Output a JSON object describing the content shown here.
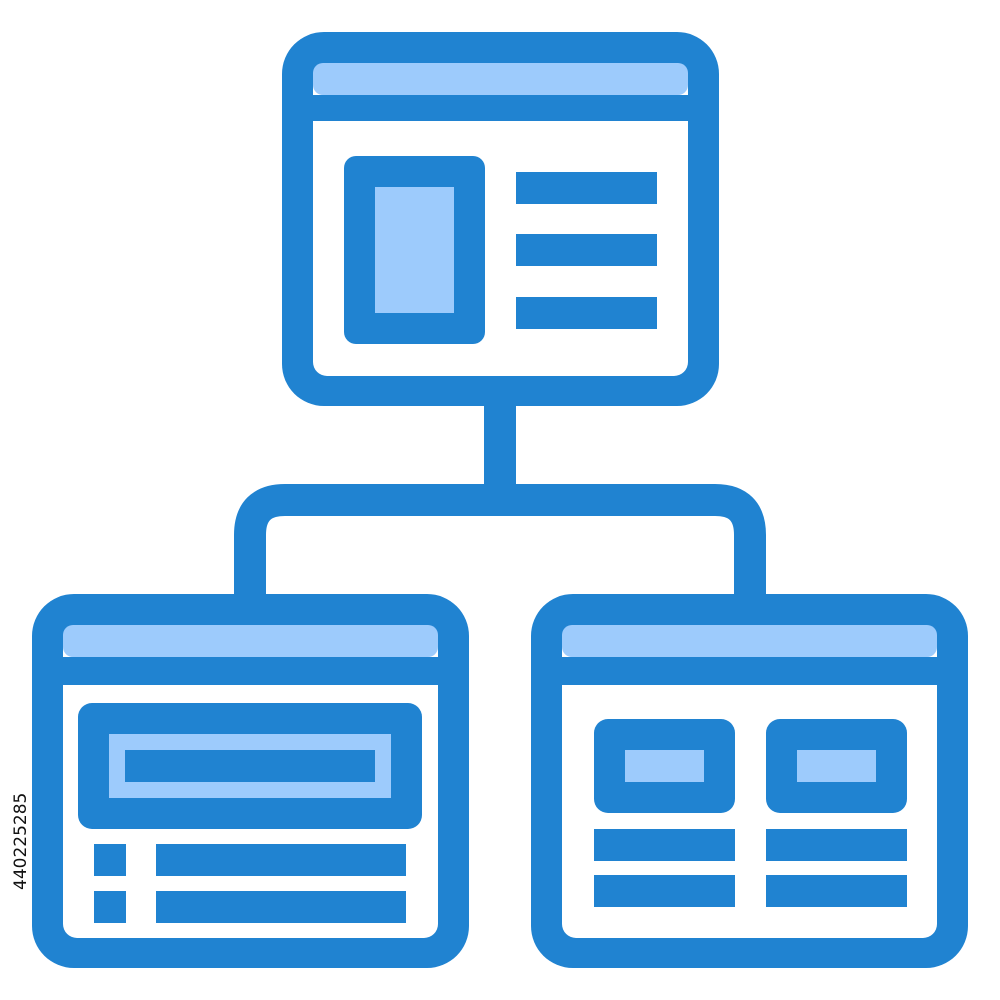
{
  "icon": {
    "subject": "sitemap-icon",
    "colors": {
      "stroke": "#2083D1",
      "fill_light": "#9DCBFC",
      "background": "#FFFFFF"
    },
    "nodes": [
      {
        "name": "top-window",
        "content": "image-and-text-lines"
      },
      {
        "name": "bottom-left-window",
        "content": "search-bar-and-list"
      },
      {
        "name": "bottom-right-window",
        "content": "two-card-grid"
      }
    ]
  },
  "watermark": {
    "stock_id": "440225285"
  }
}
